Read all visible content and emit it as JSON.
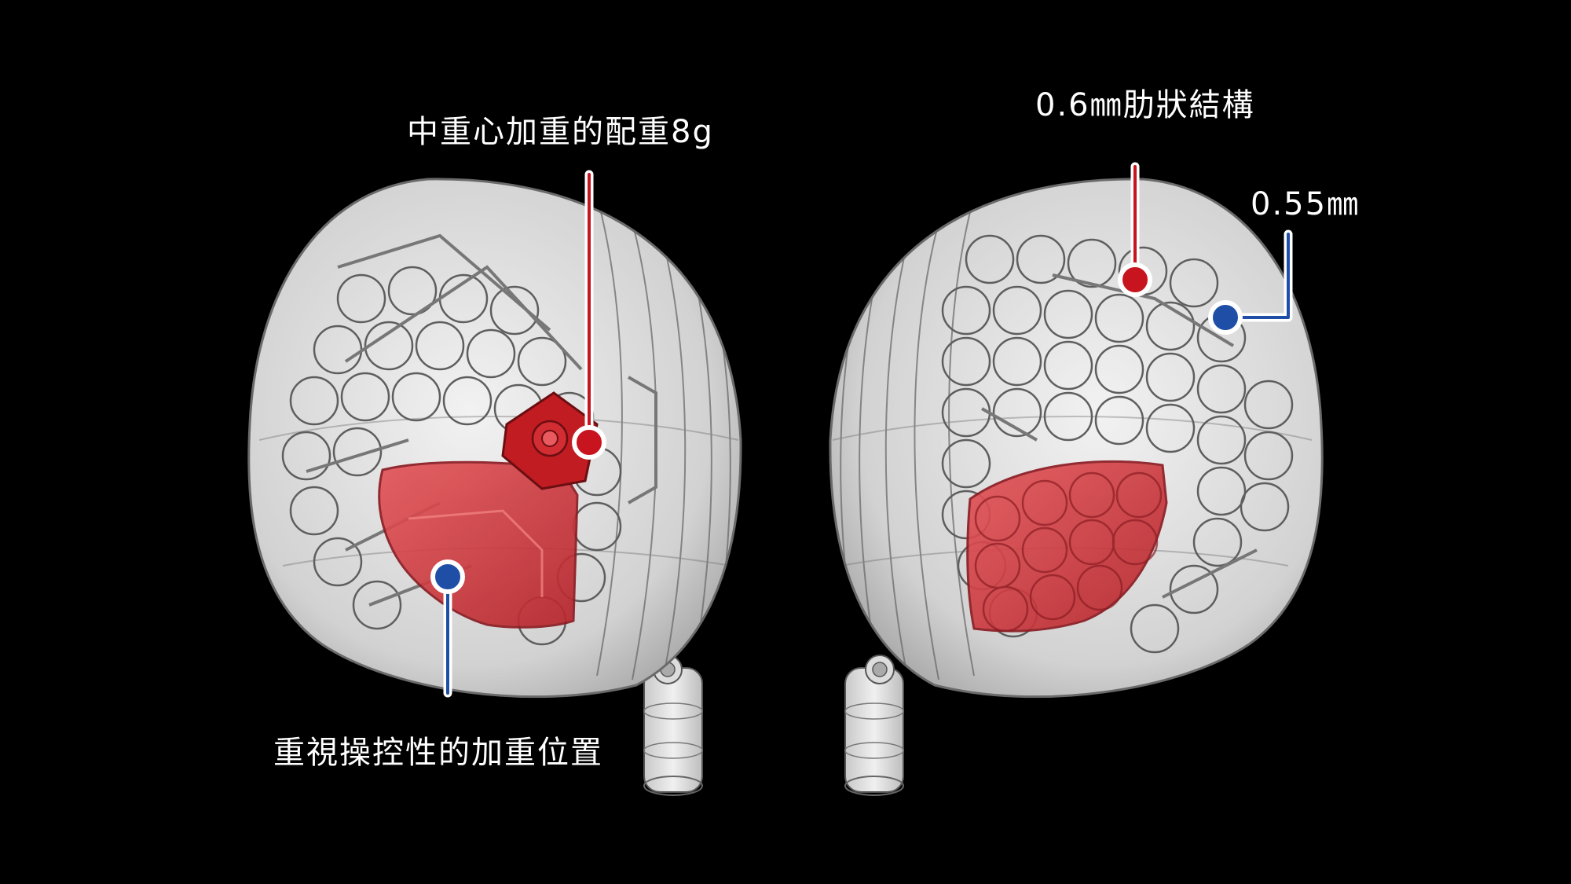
{
  "callouts": {
    "center_weight": "中重心加重的配重8g",
    "rib_structure": "0.6㎜肋狀結構",
    "thickness": "0.55㎜",
    "control_weight": "重視操控性的加重位置"
  },
  "colors": {
    "background": "#000000",
    "red_marker": "#c8141e",
    "blue_marker": "#1e4ea6",
    "red_panel": "#c83a3f",
    "text": "#ffffff"
  }
}
